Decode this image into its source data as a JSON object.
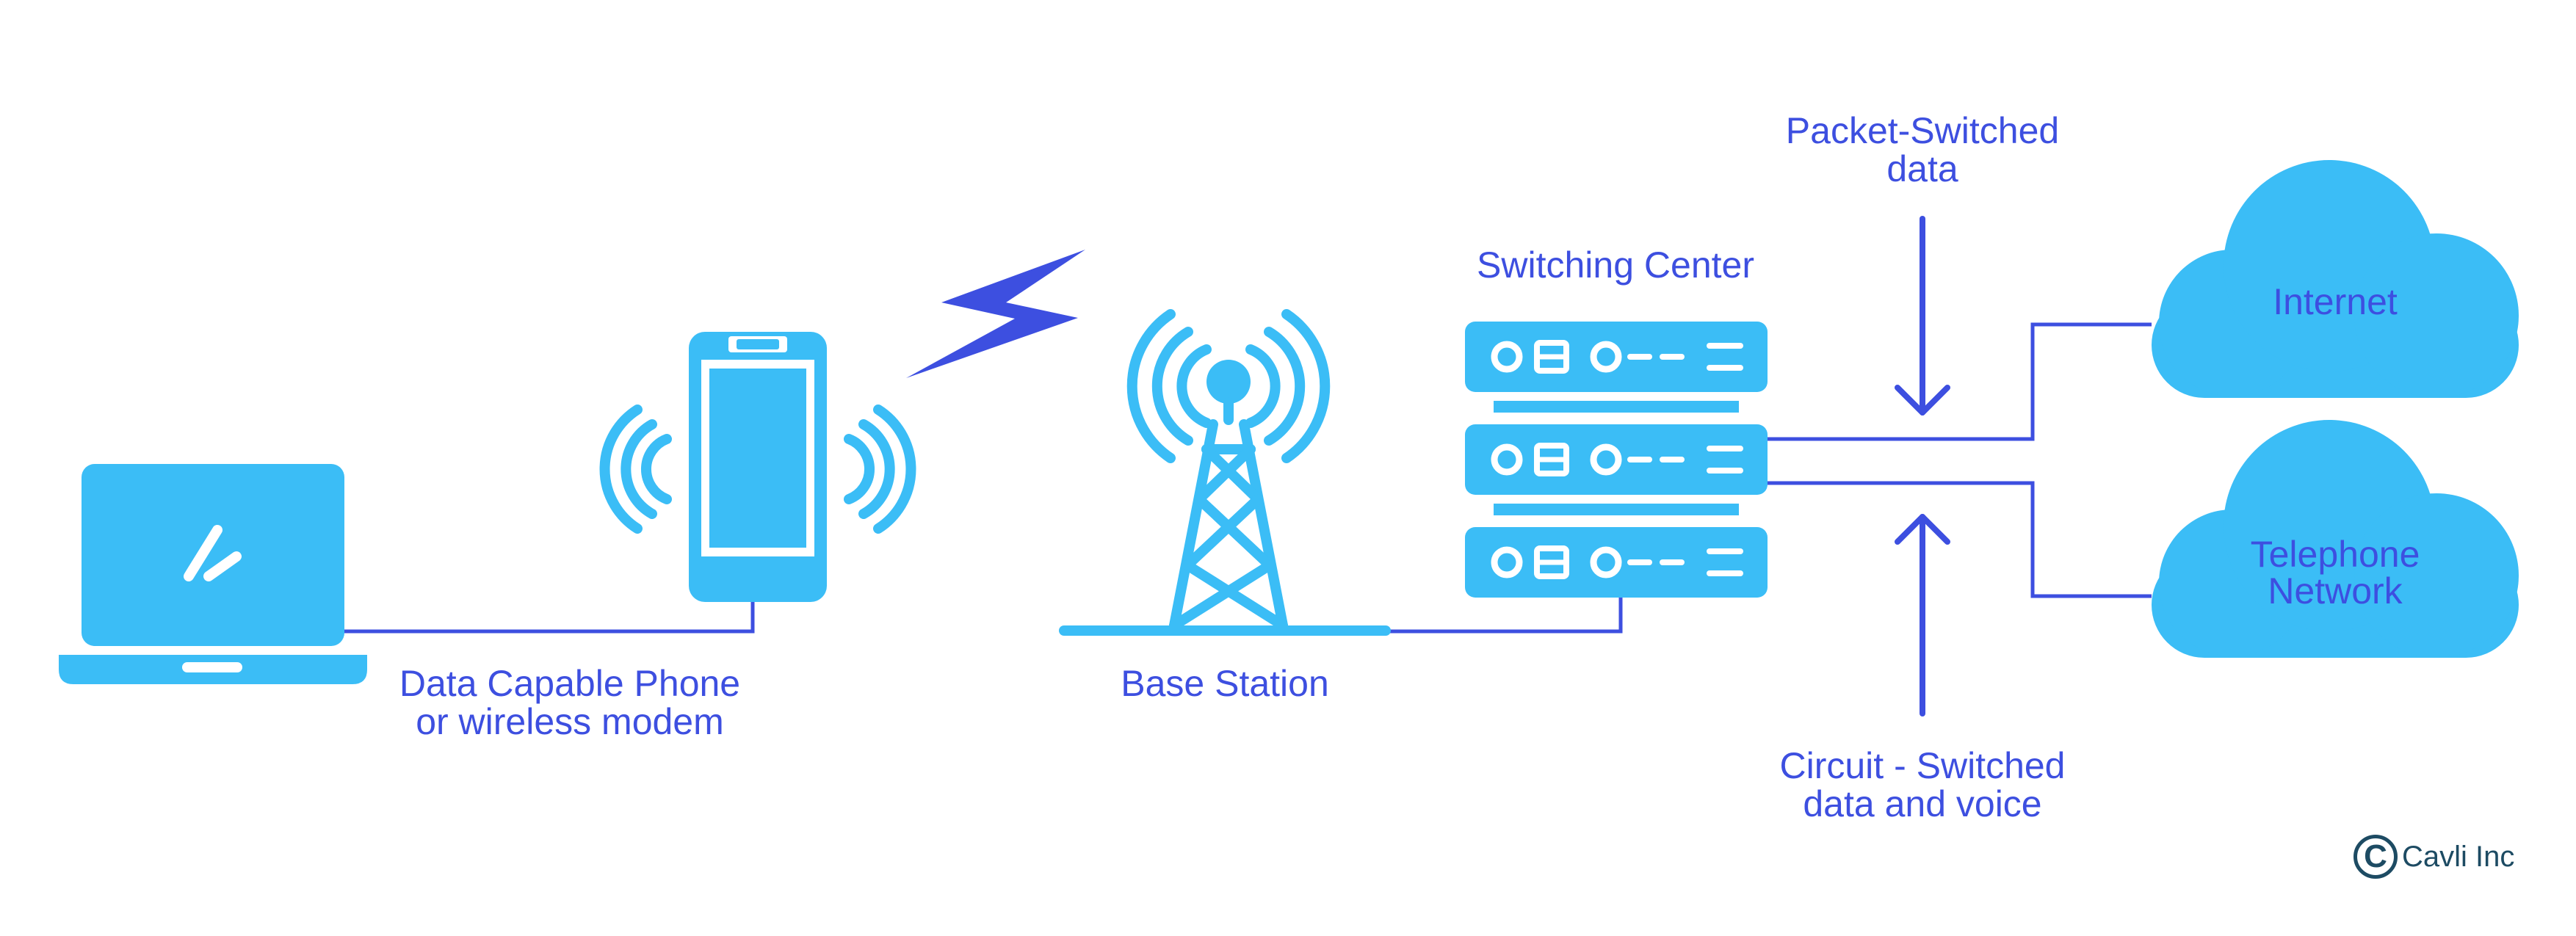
{
  "colors": {
    "device_fill": "#3bbdf6",
    "connector_line": "#3d4fe0",
    "label_text": "#3d4fe0",
    "lightning": "#3d4fe0",
    "brand": "#1d4b63"
  },
  "labels": {
    "phone_line1": "Data Capable Phone",
    "phone_line2": "or wireless modem",
    "base_station": "Base Station",
    "switching_center": "Switching Center",
    "packet_line1": "Packet-Switched",
    "packet_line2": "data",
    "circuit_line1": "Circuit - Switched",
    "circuit_line2": "data and voice",
    "internet": "Internet",
    "telephone_line1": "Telephone",
    "telephone_line2": "Network"
  },
  "brand": {
    "mark": "C",
    "name": "Cavli Inc"
  },
  "icons": {
    "laptop": "laptop-icon",
    "phone": "vibrating-phone-icon",
    "signal": "lightning-bolt-icon",
    "tower": "radio-tower-icon",
    "server": "server-rack-icon",
    "cloud": "cloud-icon",
    "arrow_down": "arrow-down-icon",
    "arrow_up": "arrow-up-icon"
  }
}
